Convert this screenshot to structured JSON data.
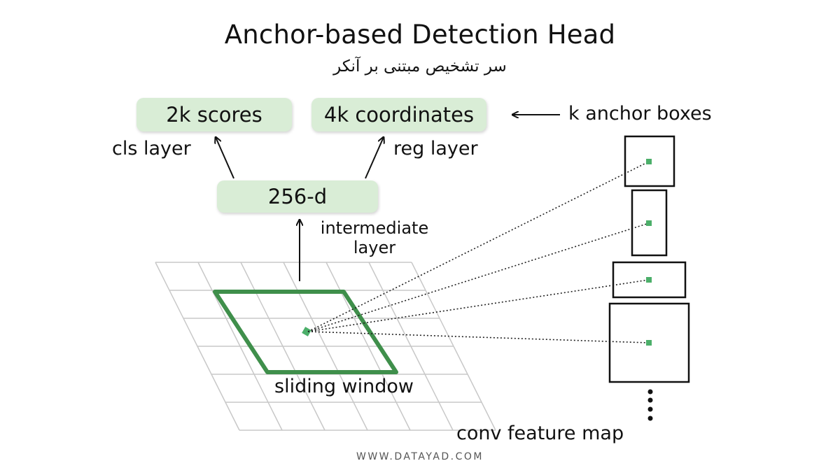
{
  "title": "Anchor-based Detection Head",
  "subtitle": "سر تشخیص مبتنی بر آنکر",
  "boxes": {
    "scores": "2k scores",
    "coordinates": "4k coordinates",
    "intermediate": "256-d"
  },
  "labels": {
    "cls_layer": "cls layer",
    "reg_layer": "reg layer",
    "anchor_boxes": "k anchor boxes",
    "intermediate_line1": "intermediate",
    "intermediate_line2": "layer",
    "sliding_window": "sliding window",
    "feature_map": "conv feature map"
  },
  "watermark": "WWW.DATAYAD.COM",
  "colors": {
    "box_fill": "#d9edd6",
    "window_green": "#3f8f4b",
    "anchor_dot": "#4caf6a",
    "grid_line": "#c8c8c8"
  }
}
